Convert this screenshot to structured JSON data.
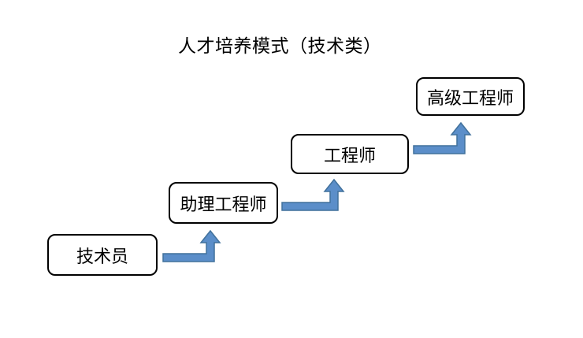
{
  "title": "人才培养模式（技术类）",
  "colors": {
    "background": "#FFFFFF",
    "box_fill": "#FFFFFF",
    "box_border": "#000000",
    "text": "#000000",
    "arrow_fill": "#5B8EC9",
    "arrow_stroke": "#41719C"
  },
  "diagram": {
    "type": "step-progression",
    "nodes": [
      {
        "label": "技术员"
      },
      {
        "label": "助理工程师"
      },
      {
        "label": "工程师"
      },
      {
        "label": "高级工程师"
      }
    ]
  }
}
